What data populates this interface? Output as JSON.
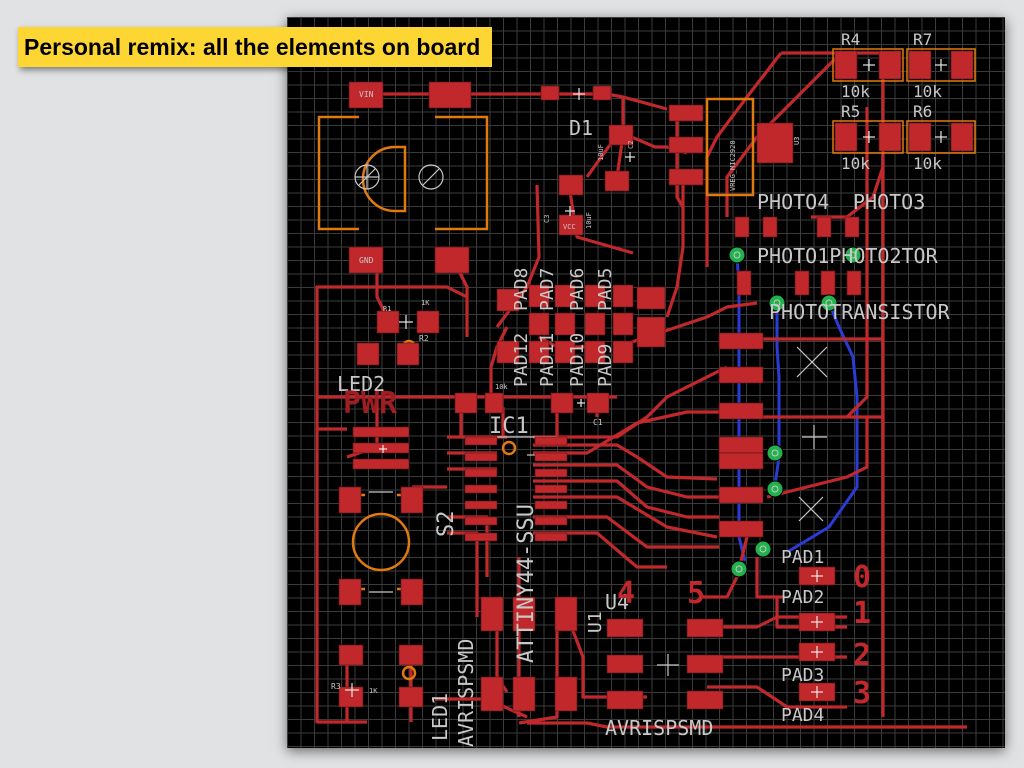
{
  "slide": {
    "title": "Personal remix: all the elements on board"
  },
  "colors": {
    "background": "#e1e2e4",
    "board_background": "#000000",
    "grid": "#3b3b3b",
    "copper_top": "#c0282c",
    "copper_bottom": "#2a3cd6",
    "outline": "#e07a10",
    "silkscreen": "#c8c8c8",
    "via_ring": "#22b14c",
    "title_highlight": "#fed634"
  },
  "board": {
    "component_labels": {
      "d1": "D1",
      "ic1": "IC1",
      "s2": "S2",
      "u4": "U4",
      "u1": "U1",
      "led1": "LED1",
      "led2": "LED2",
      "pwr": "PWR",
      "attiny": "ATTINY44-SSU",
      "avrisp_vertical": "AVRISPSMD",
      "avrisp_bottom": "AVRISPSMD"
    },
    "resistor_labels": {
      "r4": "R4",
      "r7": "R7",
      "r5": "R5",
      "r6": "R6",
      "r4_value": "10k",
      "r7_value": "10k",
      "r5_value": "10k",
      "r6_value": "10k"
    },
    "photo_labels": {
      "photo4": "PHOTO4",
      "photo3": "PHOTO3",
      "photo_row2": "PHOTO1PHOTO2TOR",
      "photo_row3": "PHOTOTRANSISTOR"
    },
    "pad_labels": {
      "pad1": "PAD1",
      "pad2": "PAD2",
      "pad3": "PAD3",
      "pad4": "PAD4",
      "pad5": "PAD5",
      "pad6": "PAD6",
      "pad7": "PAD7",
      "pad8": "PAD8",
      "pad_mid_9": "PAD9",
      "pad_mid_10": "PAD10",
      "pad_mid_11": "PAD11",
      "pad_mid_12": "PAD12"
    },
    "pad_numbers": {
      "n0": "0",
      "n1": "1",
      "n2": "2",
      "n3": "3",
      "n4": "4",
      "n5": "5"
    },
    "small_labels": {
      "vin": "VIN",
      "gnd": "GND",
      "vcc": "VCC",
      "c1": "C1",
      "c2": "C2",
      "c3": "C3",
      "r1": "R1",
      "r2": "R2",
      "r3": "R3",
      "u3": "U3",
      "one_k_a": "1K",
      "one_k_b": "1K",
      "ten_uf_a": "10uF",
      "ten_uf_b": "10uF",
      "ten_k": "10k",
      "vreg": "VREG_MIC2920"
    }
  }
}
